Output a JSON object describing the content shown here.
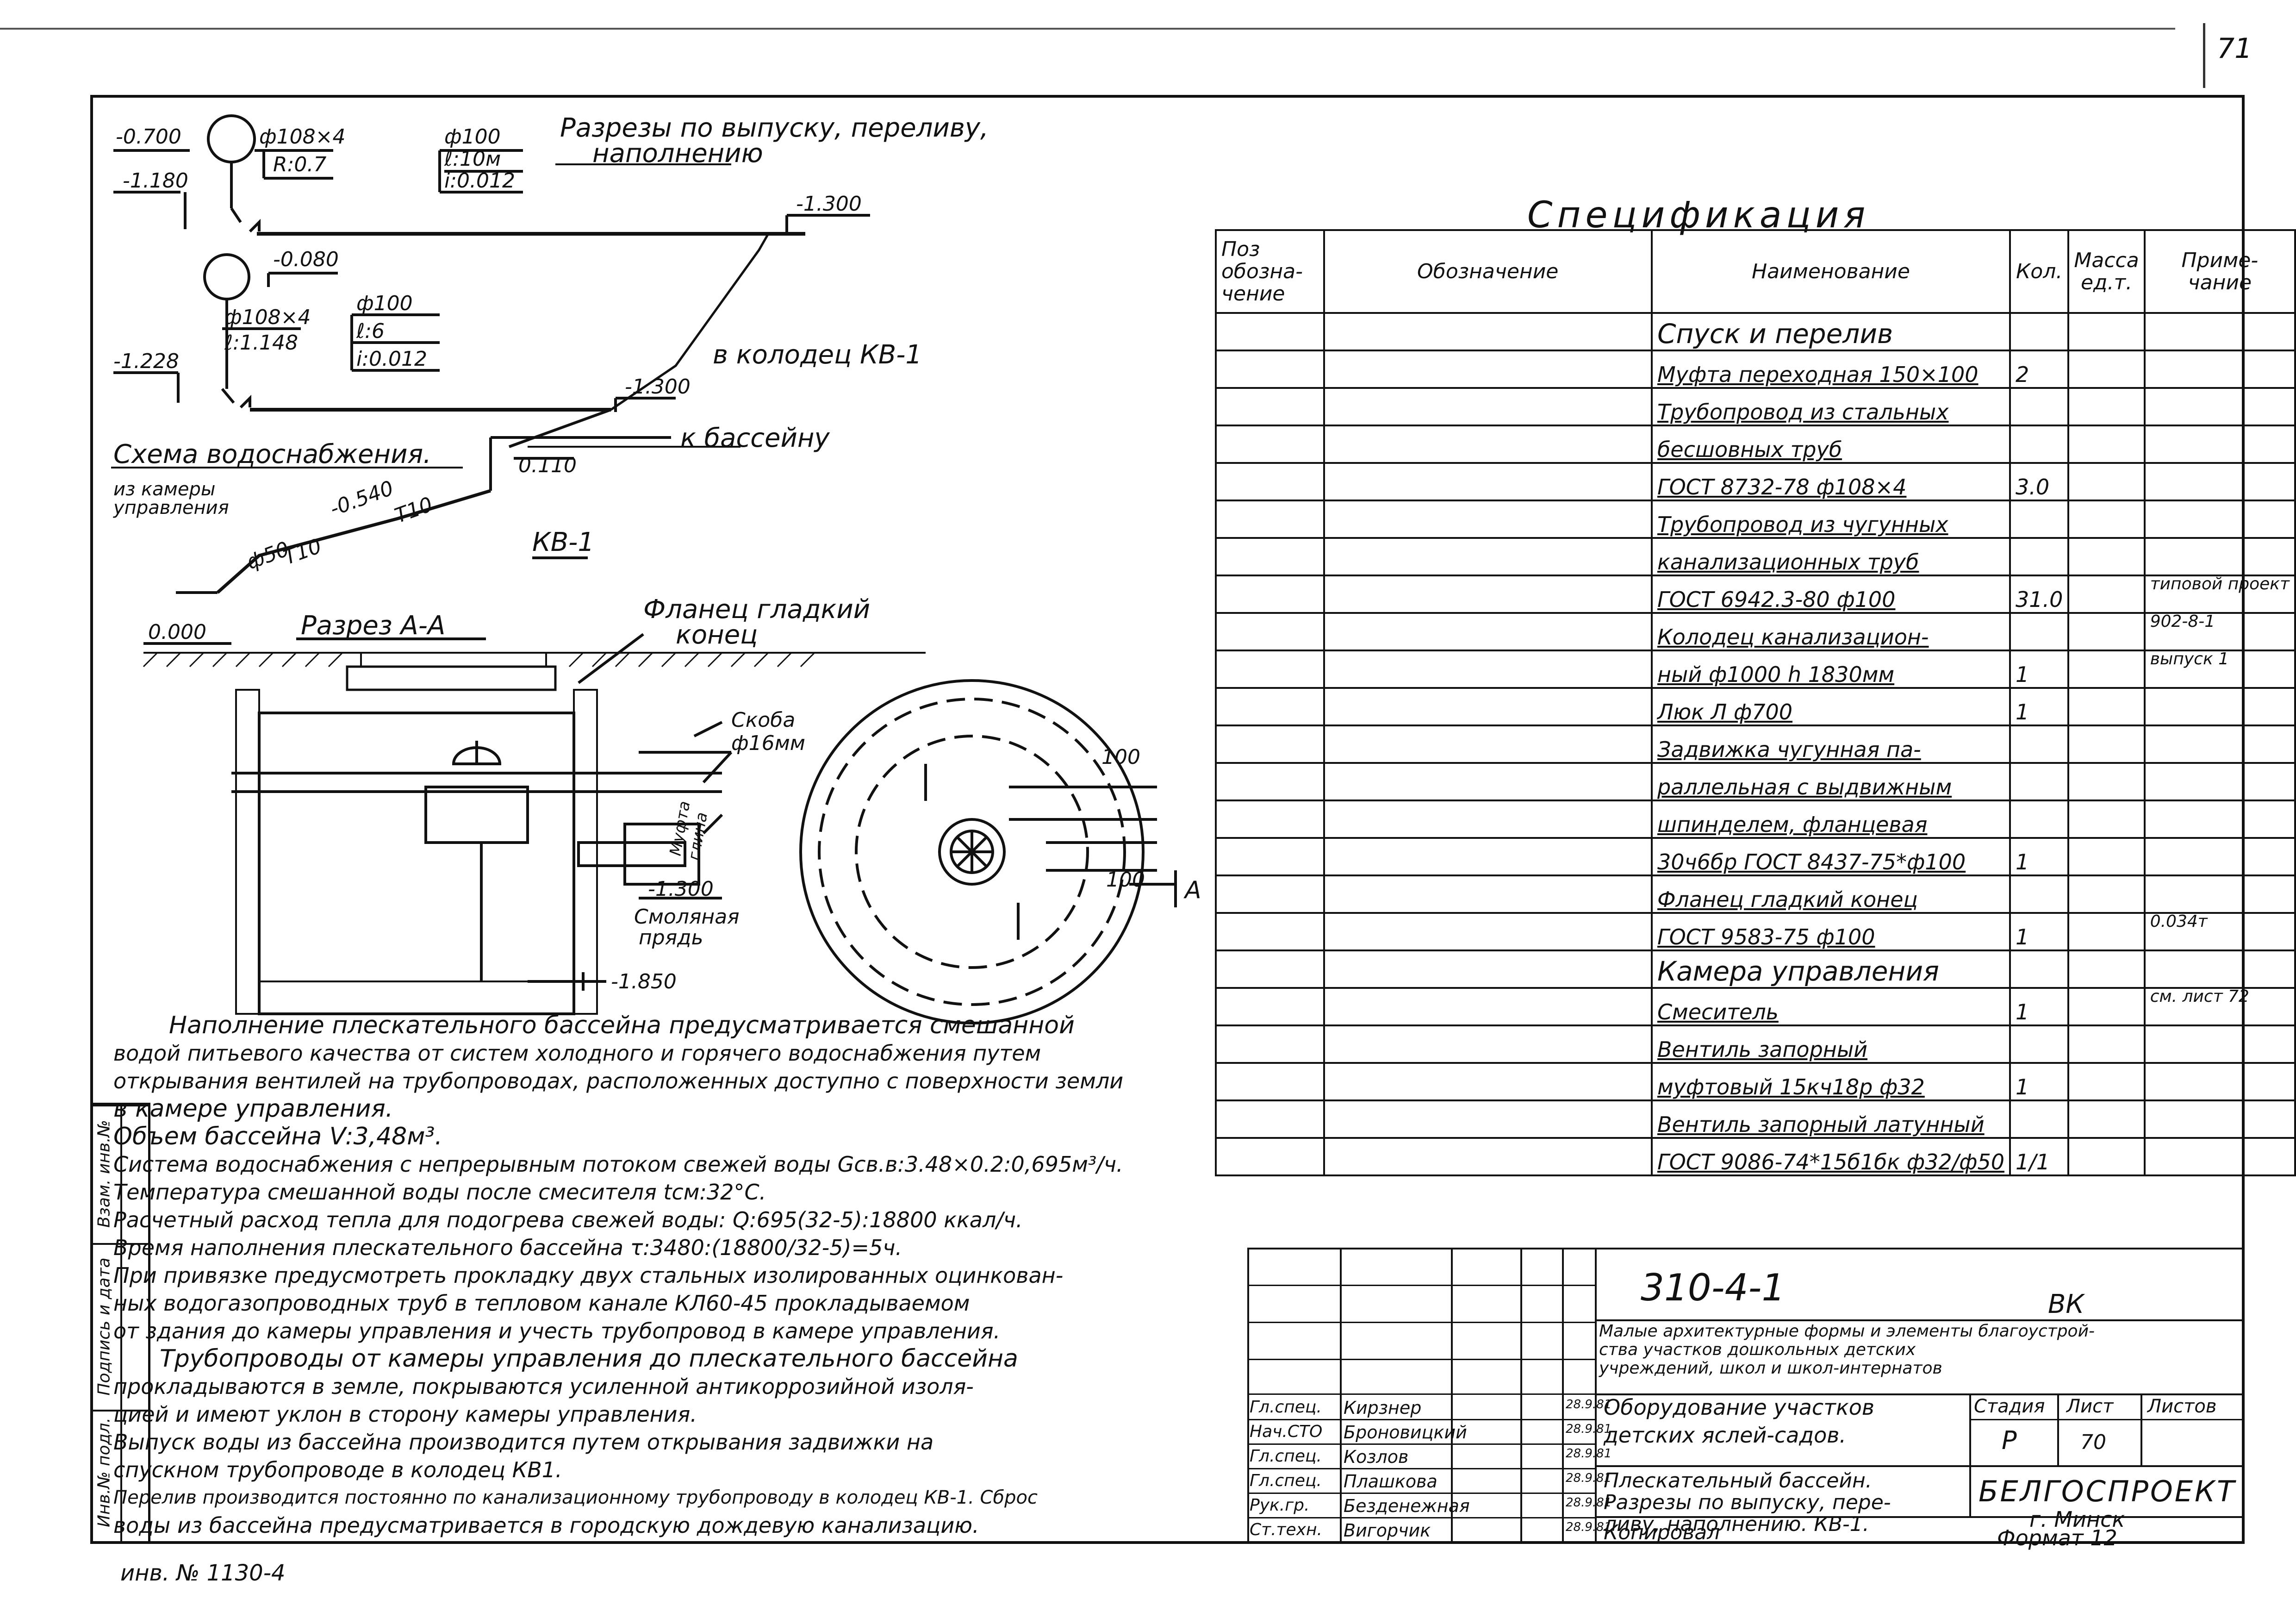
{
  "page": {
    "sheet_number": "71",
    "inventory_number": "инв. № 1130-4",
    "copied_by": "Копировал",
    "format": "Формат 12"
  },
  "drawing": {
    "title_sections": "Разрезы по выпуску, переливу,",
    "title_sections_2": "наполнению",
    "supply_scheme": "Схема водоснабжения.",
    "from_chamber": "из камеры",
    "from_chamber_2": "управления",
    "kv1_label": "КВ-1",
    "section_aa": "Разрез А-А",
    "to_well": "в колодец КВ-1",
    "to_pool": "к бассейну",
    "flange_label": "Фланец гладкий",
    "flange_label_2": "конец",
    "bracket_label": "Скоба",
    "bracket_size": "ф16мм",
    "putty_label": "Смоляная",
    "putty_label_2": "прядь",
    "fitting_label": "Муфта",
    "fitting_label_2": "глина",
    "marks": {
      "m_0700": "-0.700",
      "m_1180": "-1.180",
      "m_1300a": "-1.300",
      "m_0080": "-0.080",
      "m_1228": "-1.228",
      "m_1300b": "-1.300",
      "m_0110": "0.110",
      "m_0540": "-0.540",
      "m_0000": "0.000",
      "m_1300c": "-1.300",
      "m_1850": "-1.850"
    },
    "pipe1": {
      "d": "ф108×4",
      "r": "R:0.7"
    },
    "pipe2": {
      "d": "ф100",
      "l": "ℓ:10м",
      "i": "i:0.012"
    },
    "pipe3": {
      "d": "ф108×4",
      "l": "ℓ:1.148"
    },
    "pipe4": {
      "d": "ф100",
      "l": "ℓ:6",
      "i": "i:0.012"
    },
    "pipe5": {
      "d": "ф50",
      "t1": "Т10",
      "t2": "Т10"
    },
    "plan_d1": "100",
    "plan_d2": "100",
    "plan_a": "А"
  },
  "notes": [
    "Наполнение плескательного бассейна предусматривается смешанной",
    "водой питьевого качества от систем холодного и горячего водоснабжения путем",
    "открывания вентилей на трубопроводах, расположенных доступно с поверхности земли",
    "в камере управления.",
    "Объем бассейна V:3,48м³.",
    "Система водоснабжения с непрерывным потоком свежей воды Gсв.в:3.48×0.2:0,695м³/ч.",
    "Температура смешанной воды после смесителя tсм:32°С.",
    "Расчетный расход тепла для подогрева свежей воды: Q:695(32-5):18800 ккал/ч.",
    "Время наполнения плескательного бассейна τ:3480:(18800/32-5)=5ч.",
    "При привязке предусмотреть прокладку двух стальных изолированных оцинкован-",
    "ных водогазопроводных труб в тепловом канале КЛ60-45 прокладываемом",
    "от здания до камеры управления и учесть трубопровод в камере управления.",
    "Трубопроводы от камеры управления до плескательного бассейна",
    "прокладываются в земле, покрываются усиленной антикоррозийной изоля-",
    "цией и имеют уклон в сторону камеры управления.",
    "Выпуск воды из бассейна производится путем открывания задвижки на",
    "спускном трубопроводе в колодец КВ1.",
    "Перелив производится постоянно по канализационному трубопроводу в колодец КВ-1. Сброс",
    "воды из бассейна предусматривается в городскую дождевую канализацию."
  ],
  "spec": {
    "title": "Спецификация",
    "headers": [
      "Поз обозна- чение",
      "Обозначение",
      "Наименование",
      "Кол.",
      "Масса ед.т.",
      "Приме- чание"
    ],
    "rows": [
      {
        "name": "Спуск и перелив",
        "qty": "",
        "note": "",
        "section": true
      },
      {
        "name": "Муфта переходная 150×100",
        "qty": "2",
        "note": ""
      },
      {
        "name": "Трубопровод из стальных",
        "qty": "",
        "note": ""
      },
      {
        "name": "бесшовных труб",
        "qty": "",
        "note": ""
      },
      {
        "name": "ГОСТ 8732-78 ф108×4",
        "qty": "3.0",
        "note": ""
      },
      {
        "name": "Трубопровод из чугунных",
        "qty": "",
        "note": ""
      },
      {
        "name": "канализационных труб",
        "qty": "",
        "note": ""
      },
      {
        "name": "ГОСТ 6942.3-80 ф100",
        "qty": "31.0",
        "note": "типовой проект"
      },
      {
        "name": "Колодец канализацион-",
        "qty": "",
        "note": "902-8-1"
      },
      {
        "name": "ный ф1000 h 1830мм",
        "qty": "1",
        "note": "выпуск 1"
      },
      {
        "name": "Люк Л ф700",
        "qty": "1",
        "note": ""
      },
      {
        "name": "Задвижка чугунная па-",
        "qty": "",
        "note": ""
      },
      {
        "name": "раллельная с выдвижным",
        "qty": "",
        "note": ""
      },
      {
        "name": "шпинделем, фланцевая",
        "qty": "",
        "note": ""
      },
      {
        "name": "30ч6бр ГОСТ 8437-75*ф100",
        "qty": "1",
        "note": ""
      },
      {
        "name": "Фланец гладкий конец",
        "qty": "",
        "note": ""
      },
      {
        "name": "ГОСТ 9583-75 ф100",
        "qty": "1",
        "note": "0.034т"
      },
      {
        "name": "Камера управления",
        "qty": "",
        "note": "",
        "section": true
      },
      {
        "name": "Смеситель",
        "qty": "1",
        "note": "см. лист 72"
      },
      {
        "name": "Вентиль запорный",
        "qty": "",
        "note": ""
      },
      {
        "name": "муфтовый 15кч18р ф32",
        "qty": "1",
        "note": ""
      },
      {
        "name": "Вентиль запорный латунный",
        "qty": "",
        "note": ""
      },
      {
        "name": "ГОСТ 9086-74*15б1бк ф32/ф50",
        "qty": "1/1",
        "note": ""
      }
    ]
  },
  "title_block": {
    "code": "310-4-1",
    "discipline": "ВК",
    "project_line1": "Малые архитектурные формы и элементы благоустрой-",
    "project_line2": "ства участков дошкольных детских",
    "project_line3": "учреждений, школ и школ-интернатов",
    "object_line1": "Оборудование участков",
    "object_line2": "детских яслей-садов.",
    "sheet_title1": "Плескательный бассейн.",
    "sheet_title2": "Разрезы по выпуску, пере-",
    "sheet_title3": "ливу, наполнению. КВ-1.",
    "stage_h": "Стадия",
    "sheet_h": "Лист",
    "sheets_h": "Листов",
    "stage": "Р",
    "sheet": "70",
    "org": "БЕЛГОСПРОЕКТ",
    "city": "г. Минск",
    "signatures": [
      {
        "role": "Гл.спец.",
        "name": "Кирзнер",
        "date": "28.9.81"
      },
      {
        "role": "Нач.СТО",
        "name": "Броновицкий",
        "date": "28.9.81"
      },
      {
        "role": "Гл.спец.",
        "name": "Козлов",
        "date": "28.9.81"
      },
      {
        "role": "Гл.спец.",
        "name": "Плашкова",
        "date": "28.9.81"
      },
      {
        "role": "Рук.гр.",
        "name": "Безденежная",
        "date": "28.9.81"
      },
      {
        "role": "Ст.техн.",
        "name": "Вигорчик",
        "date": "28.9.81"
      }
    ]
  },
  "stamp_col": {
    "inv_orig": "Инв.№ подл.",
    "sign_date": "Подпись и дата",
    "instead": "Взам. инв.№"
  }
}
